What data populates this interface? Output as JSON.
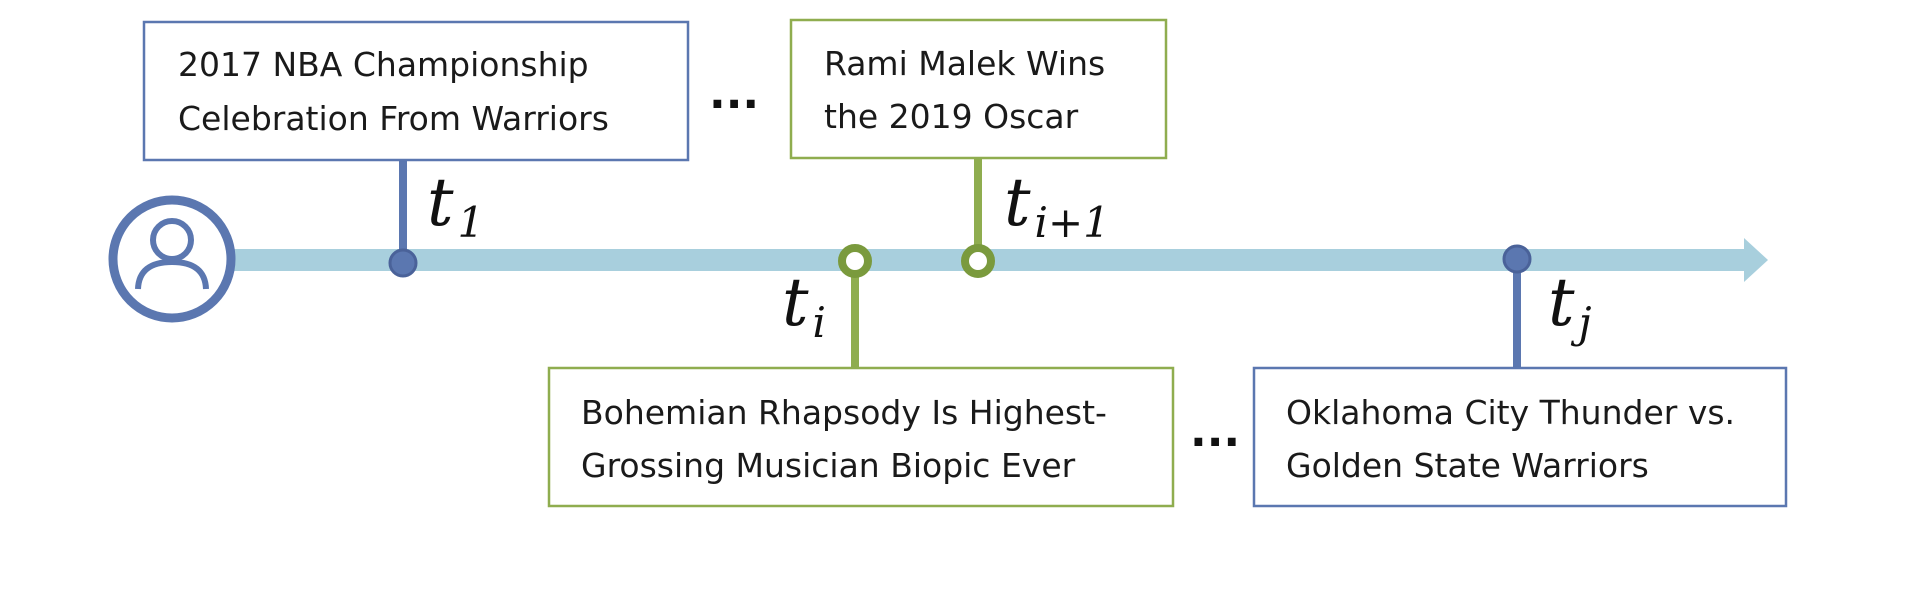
{
  "colors": {
    "timeline": "#a8cfdd",
    "blue": "#5b77b0",
    "green": "#8fad4f",
    "text": "#1a1a1a"
  },
  "user_icon": "user-icon",
  "events": {
    "e1": {
      "line1": "2017 NBA Championship",
      "line2": "Celebration From Warriors"
    },
    "e2": {
      "line1": "Rami Malek Wins",
      "line2": "the 2019 Oscar"
    },
    "e3": {
      "line1": "Bohemian Rhapsody Is Highest-",
      "line2": "Grossing Musician Biopic Ever"
    },
    "e4": {
      "line1": "Oklahoma City Thunder vs.",
      "line2": "Golden State Warriors"
    }
  },
  "time_labels": {
    "t1": {
      "base": "t",
      "sub": "1"
    },
    "ti": {
      "base": "t",
      "sub": "i"
    },
    "ti1": {
      "base": "t",
      "sub": "i+1"
    },
    "tj": {
      "base": "t",
      "sub": "j"
    }
  },
  "ellipsis": {
    "top": "...",
    "bottom": "..."
  }
}
